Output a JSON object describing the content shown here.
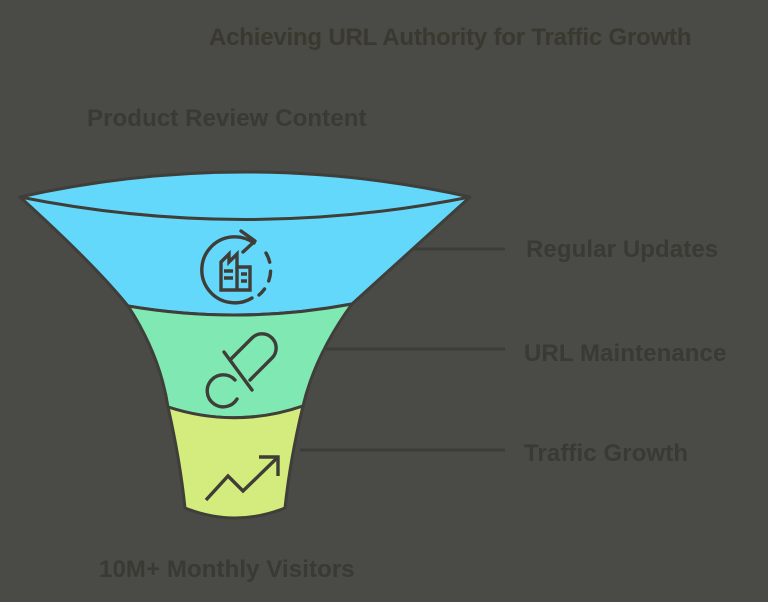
{
  "title": "Achieving URL Authority for Traffic Growth",
  "colors": {
    "background": "#4a4a46",
    "outline": "#3f3e39",
    "connector": "#3d3d38",
    "text": "#3a3a34"
  },
  "funnel": {
    "input_label": "Product Review Content",
    "output_label": "10M+ Monthly Visitors",
    "stages": [
      {
        "label": "Regular Updates",
        "color": "#64d8fa",
        "icon": "refresh-building-icon"
      },
      {
        "label": "URL Maintenance",
        "color": "#7fe8b3",
        "icon": "unlink-icon"
      },
      {
        "label": "Traffic Growth",
        "color": "#d4ec7d",
        "icon": "trending-up-icon"
      }
    ]
  }
}
